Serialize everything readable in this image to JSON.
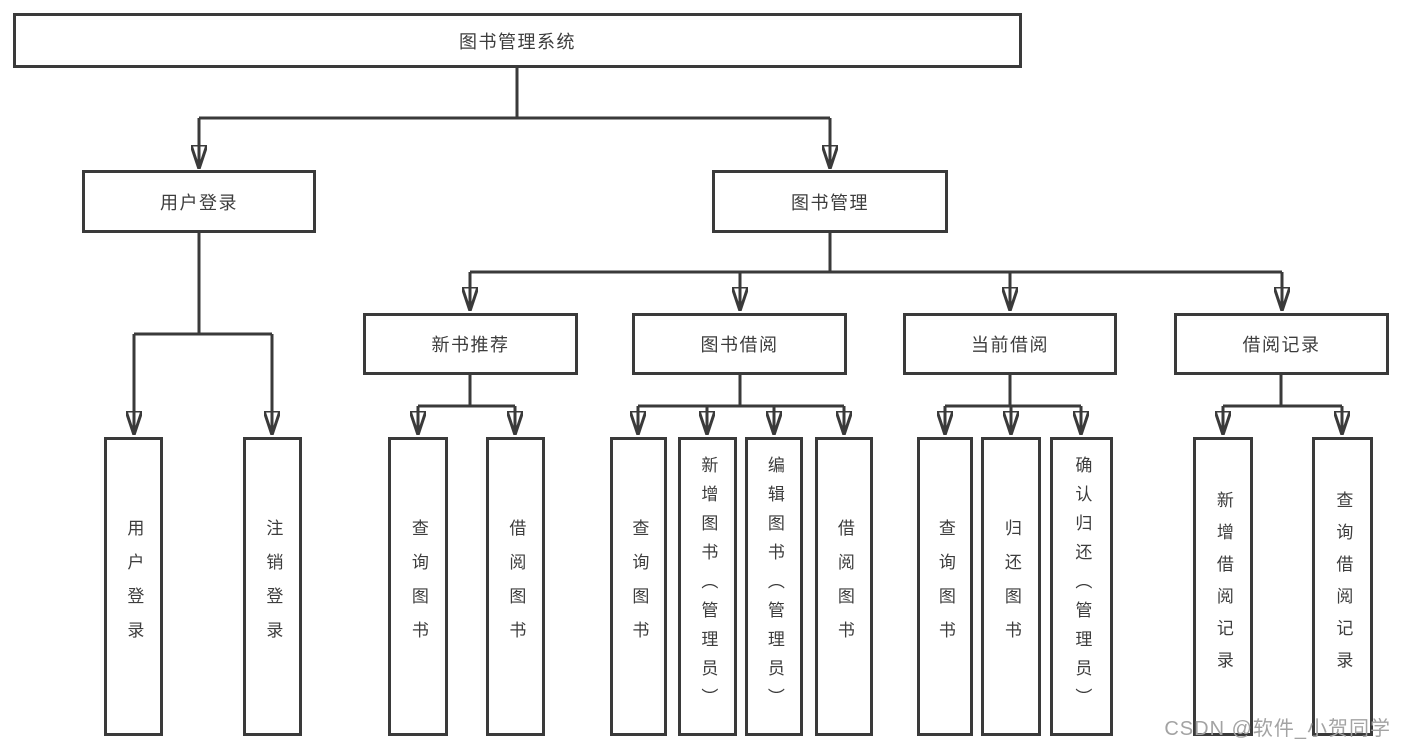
{
  "diagram": {
    "root": "图书管理系统",
    "branches": {
      "user_login": {
        "label": "用户登录",
        "children": [
          "用户登录",
          "注销登录"
        ]
      },
      "book_management": {
        "label": "图书管理",
        "children": [
          {
            "label": "新书推荐",
            "children": [
              "查询图书",
              "借阅图书"
            ]
          },
          {
            "label": "图书借阅",
            "children": [
              "查询图书",
              "新增图书（管理员）",
              "编辑图书（管理员）",
              "借阅图书"
            ]
          },
          {
            "label": "当前借阅",
            "children": [
              "查询图书",
              "归还图书",
              "确认归还（管理员）"
            ]
          },
          {
            "label": "借阅记录",
            "children": [
              "新增借阅记录",
              "查询借阅记录"
            ]
          }
        ]
      }
    }
  },
  "watermark": "CSDN @软件_小贺同学",
  "colors": {
    "line": "#3a3a3a",
    "box_border": "#3a3a3a",
    "text": "#3d3d3d",
    "background": "#ffffff",
    "watermark_text": "#a3a3a3"
  }
}
